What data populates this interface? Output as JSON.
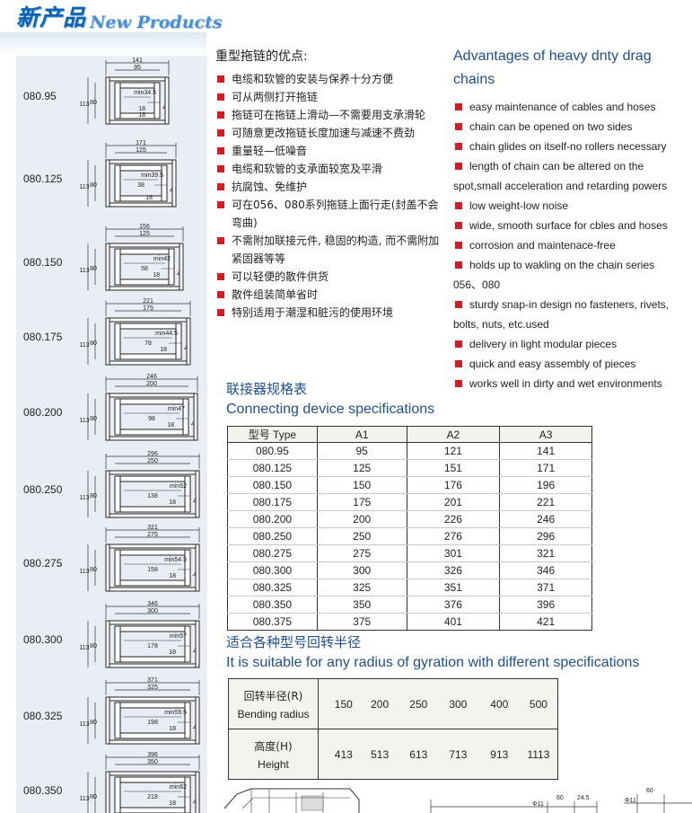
{
  "header": {
    "title_cn": "新产品",
    "title_en": "New Products"
  },
  "models": [
    "080.95",
    "080.125",
    "080.150",
    "080.175",
    "080.200",
    "080.250",
    "080.275",
    "080.300",
    "080.325",
    "080.350"
  ],
  "drawings": [
    {
      "outer": "141",
      "inner": "95",
      "min": "min34.5",
      "mid": "",
      "h1": "113",
      "h2": "80",
      "a": "18",
      "b": "4",
      "c": "18"
    },
    {
      "outer": "171",
      "inner": "125",
      "min": "min39.5",
      "mid": "38",
      "h1": "113",
      "h2": "80",
      "a": "",
      "b": "4",
      "c": "18"
    },
    {
      "outer": "156",
      "inner": "125",
      "min": "min42",
      "mid": "58",
      "h1": "113",
      "h2": "80",
      "a": "18",
      "b": "4",
      "c": ""
    },
    {
      "outer": "221",
      "inner": "175",
      "min": "min44.5",
      "mid": "78",
      "h1": "113",
      "h2": "80",
      "a": "18",
      "b": "4",
      "c": ""
    },
    {
      "outer": "246",
      "inner": "200",
      "min": "min47",
      "mid": "98",
      "h1": "113",
      "h2": "80",
      "a": "18",
      "b": "4",
      "c": ""
    },
    {
      "outer": "296",
      "inner": "250",
      "min": "min52",
      "mid": "138",
      "h1": "113",
      "h2": "80",
      "a": "18",
      "b": "4",
      "c": ""
    },
    {
      "outer": "321",
      "inner": "275",
      "min": "min54.5",
      "mid": "158",
      "h1": "113",
      "h2": "80",
      "a": "18",
      "b": "4",
      "c": ""
    },
    {
      "outer": "346",
      "inner": "300",
      "min": "min57",
      "mid": "178",
      "h1": "113",
      "h2": "80",
      "a": "18",
      "b": "4",
      "c": ""
    },
    {
      "outer": "371",
      "inner": "325",
      "min": "min59.5",
      "mid": "198",
      "h1": "113",
      "h2": "80",
      "a": "18",
      "b": "4",
      "c": ""
    },
    {
      "outer": "396",
      "inner": "350",
      "min": "min62",
      "mid": "218",
      "h1": "113",
      "h2": "80",
      "a": "18",
      "b": "4",
      "c": ""
    }
  ],
  "advantages_cn": {
    "title": "重型拖链的优点:",
    "items": [
      "电缆和软管的安装与保养十分方便",
      "可从两侧打开拖链",
      "拖链可在拖链上滑动—不需要用支承滑轮",
      "可随意更改拖链长度加速与减速不费劲",
      "重量轻—低噪音",
      "电缆和软管的支承面较宽及平滑",
      "抗腐蚀、免维护",
      "可在056、080系列拖链上面行走(封盖不会弯曲)",
      "不需附加联接元件, 稳固的构造, 而不需附加紧固器等等",
      "可以轻便的散件供货",
      "散件组装简单省时",
      "特别适用于潮湿和脏污的使用环境"
    ]
  },
  "advantages_en": {
    "title": "Advantages of heavy dnty drag chains",
    "items": [
      "easy maintenance of cables and hoses",
      "chain can be opened on two sides",
      "chain glides on itself-no rollers necessary",
      "length of chain can be altered on the spot,small acceleration and retarding powers",
      "low weight-low noise",
      "wide, smooth surface for cbles and hoses",
      "corrosion and maintenace-free",
      "holds up to wakling on the chain series 056、080",
      "sturdy snap-in design no fasteners, rivets, bolts, nuts, etc.used",
      "delivery in light modular pieces",
      "quick and easy assembly of pieces",
      "works well in dirty and wet environments"
    ]
  },
  "spec_section": {
    "title_cn": "联接器规格表",
    "title_en": "Connecting device specifications"
  },
  "spec_table": {
    "headers": [
      "型号 Type",
      "A1",
      "A2",
      "A3"
    ],
    "rows": [
      [
        "080.95",
        "95",
        "121",
        "141"
      ],
      [
        "080.125",
        "125",
        "151",
        "171"
      ],
      [
        "080.150",
        "150",
        "176",
        "196"
      ],
      [
        "080.175",
        "175",
        "201",
        "221"
      ],
      [
        "080.200",
        "200",
        "226",
        "246"
      ],
      [
        "080.250",
        "250",
        "276",
        "296"
      ],
      [
        "080.275",
        "275",
        "301",
        "321"
      ],
      [
        "080.300",
        "300",
        "326",
        "346"
      ],
      [
        "080.325",
        "325",
        "351",
        "371"
      ],
      [
        "080.350",
        "350",
        "376",
        "396"
      ],
      [
        "080.375",
        "375",
        "401",
        "421"
      ]
    ]
  },
  "radius_section": {
    "title_cn": "适合各种型号回转半径",
    "title_en": "It is suitable for any radius of gyration with different specifications"
  },
  "radius_table": {
    "row1_label_cn": "回转半径(R)",
    "row1_label_en": "Bending radius",
    "row1_values": [
      "150",
      "200",
      "250",
      "300",
      "400",
      "500"
    ],
    "row2_label_cn": "高度(H)",
    "row2_label_en": "Height",
    "row2_values": [
      "413",
      "513",
      "613",
      "713",
      "913",
      "1113"
    ]
  },
  "bottom_dims": [
    "Φ11",
    "60",
    "24.5",
    "Φ11",
    "60"
  ]
}
